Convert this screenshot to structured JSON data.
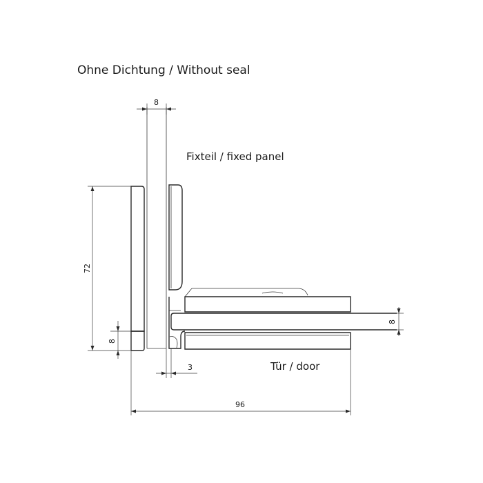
{
  "title": "Ohne Dichtung / Without seal",
  "labels": {
    "fixed_panel": "Fixteil / fixed panel",
    "door": "Tür / door"
  },
  "dimensions": {
    "fixed_glass_thickness": "8",
    "fitting_height": "72",
    "offset_bottom": "8",
    "gap": "3",
    "door_glass_thickness": "8",
    "overall_width": "96"
  }
}
